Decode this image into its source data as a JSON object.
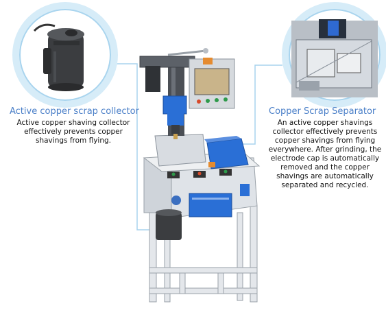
{
  "callouts": {
    "left": {
      "title": "Active copper scrap collector",
      "description": "Active copper shaving collector effectively prevents copper shavings from flying."
    },
    "right": {
      "title": "Copper Scrap Separator",
      "description": "An active copper shavings collector effectively prevents copper shavings from flying everywhere. After grinding, the electrode cap is automatically removed and the copper shavings are automatically separated and recycled."
    }
  },
  "colors": {
    "accent": "#4a7fc8",
    "circle_ring": "#a8d4ee",
    "machine_frame": "#dfe3e8",
    "blue_tray": "#2a6fd6",
    "hmi_screen": "#c9b48a"
  }
}
